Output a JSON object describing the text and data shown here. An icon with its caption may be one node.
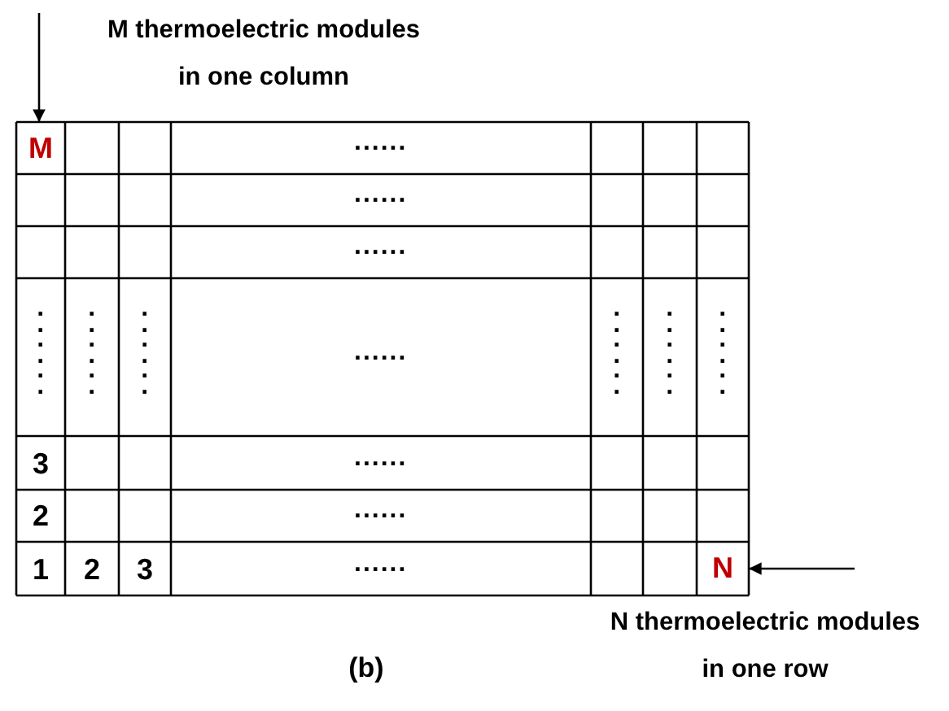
{
  "diagram": {
    "nodes": [
      {
        "text": [
          "M"
        ]
      },
      {
        "text": [
          "N"
        ]
      }
    ],
    "edges": [
      {
        "from": null,
        "to": 0,
        "arrow": "to"
      },
      {
        "from": null,
        "to": 1,
        "arrow": "to"
      }
    ],
    "labels": [
      "M thermoelectric modules in one column",
      "......",
      "......",
      "......",
      "......",
      "......",
      "......",
      "......",
      "......",
      "......",
      "......",
      "3",
      "......",
      "2",
      "......",
      "1",
      "2",
      "3",
      "......",
      "N thermoelectric modules in one row",
      "(b)"
    ]
  }
}
